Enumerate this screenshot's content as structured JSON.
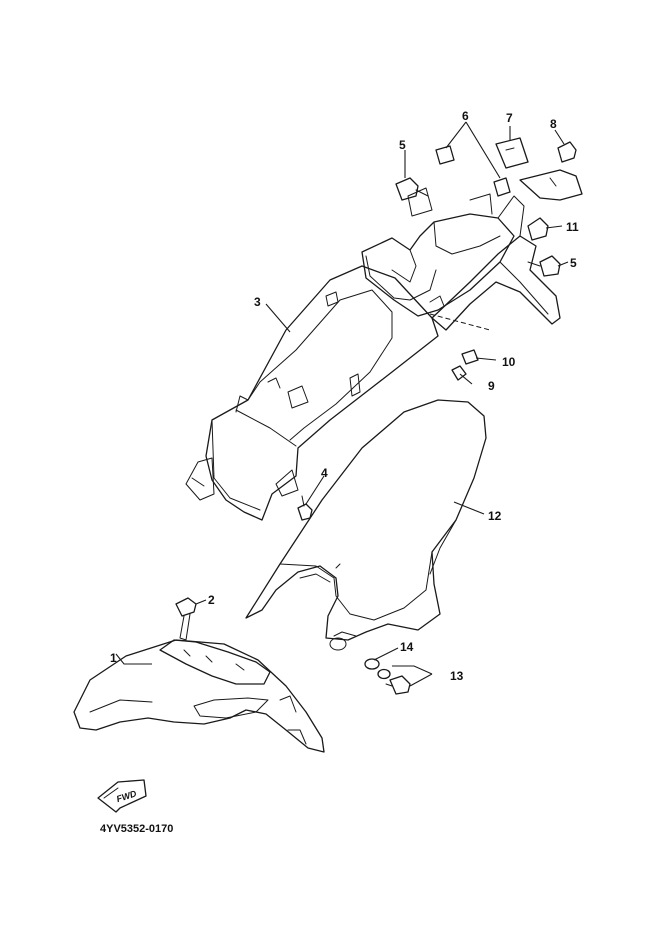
{
  "diagram": {
    "part_code": "4YV5352-0170",
    "fwd_label": "FWD",
    "callouts": [
      {
        "id": "c1",
        "text": "1"
      },
      {
        "id": "c2",
        "text": "2"
      },
      {
        "id": "c3",
        "text": "3"
      },
      {
        "id": "c4",
        "text": "4"
      },
      {
        "id": "c5a",
        "text": "5"
      },
      {
        "id": "c5b",
        "text": "5"
      },
      {
        "id": "c6",
        "text": "6"
      },
      {
        "id": "c7",
        "text": "7"
      },
      {
        "id": "c8",
        "text": "8"
      },
      {
        "id": "c9",
        "text": "9"
      },
      {
        "id": "c10",
        "text": "10"
      },
      {
        "id": "c11",
        "text": "11"
      },
      {
        "id": "c12",
        "text": "12"
      },
      {
        "id": "c13",
        "text": "13"
      },
      {
        "id": "c14",
        "text": "14"
      }
    ]
  }
}
